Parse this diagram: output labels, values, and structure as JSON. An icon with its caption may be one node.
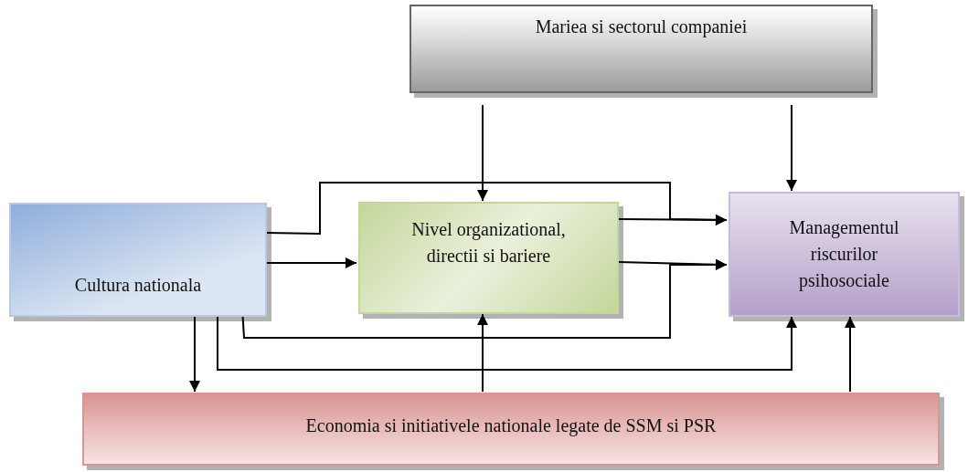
{
  "diagram": {
    "nodes": [
      {
        "text": [
          "Mariea si sectorul companiei"
        ]
      },
      {
        "text": [
          "Cultura nationala"
        ]
      },
      {
        "text": [
          "Nivel organizational, directii si bariere"
        ]
      },
      {
        "text": [
          "Managementul riscurilor psihosociale"
        ]
      },
      {
        "text": [
          "Economia si initiativele nationale legate de SSM si PSR"
        ]
      }
    ],
    "edges": [
      {
        "from": 0,
        "to": 2,
        "arrow": "to"
      },
      {
        "from": 0,
        "to": 3,
        "arrow": "to"
      },
      {
        "from": 1,
        "to": 3,
        "arrow": "to"
      },
      {
        "from": 1,
        "to": 2,
        "arrow": "to"
      },
      {
        "from": 2,
        "to": 3,
        "arrow": "to"
      },
      {
        "from": 2,
        "to": 3,
        "arrow": "to"
      },
      {
        "from": 1,
        "to": 3,
        "arrow": "to"
      },
      {
        "from": 1,
        "to": 3,
        "arrow": "to"
      },
      {
        "from": 1,
        "to": 4,
        "arrow": "to"
      },
      {
        "from": 4,
        "to": 2,
        "arrow": "to"
      },
      {
        "from": 4,
        "to": 3,
        "arrow": "to"
      }
    ]
  }
}
